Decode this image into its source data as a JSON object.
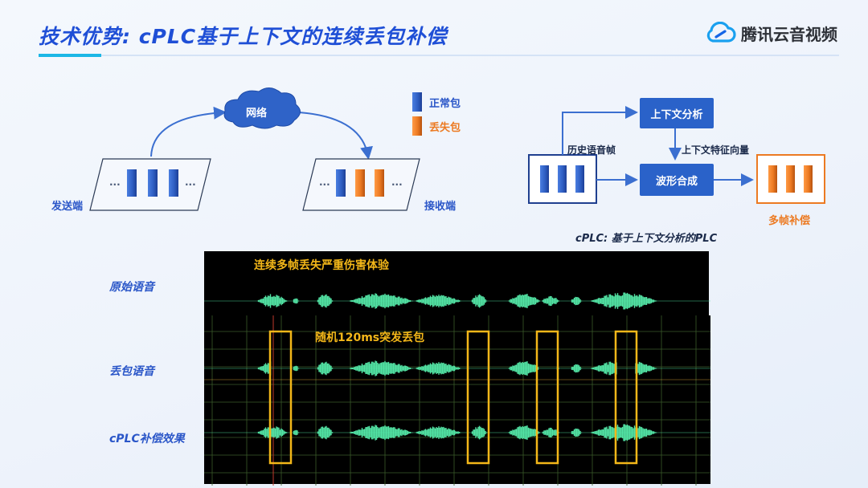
{
  "header": {
    "title": "技术优势:  cPLC基于上下文的连续丢包补偿",
    "logo_text": "腾讯云音视频"
  },
  "network_diagram": {
    "cloud_label": "网络",
    "sender_label": "发送端",
    "receiver_label": "接收端",
    "ellipsis": "...",
    "legend": [
      {
        "label": "正常包",
        "color": "#2f5fc4"
      },
      {
        "label": "丢失包",
        "color": "#ec7a22"
      }
    ]
  },
  "flow_diagram": {
    "context_analysis": "上下文分析",
    "history_frames": "历史语音帧",
    "feature_vector": "上下文特征向量",
    "waveform_synthesis": "波形合成",
    "multi_frame_comp": "多帧补偿",
    "caption": "cPLC:  基于上下文分析的PLC"
  },
  "waveforms": {
    "top_caption": "连续多帧丢失严重伤害体验",
    "mid_caption": "随机120ms突发丢包",
    "row_labels": [
      "原始语音",
      "丢包语音",
      "cPLC补偿效果"
    ],
    "wave_color": "#52e3a4",
    "highlight_color": "#f3b719"
  }
}
